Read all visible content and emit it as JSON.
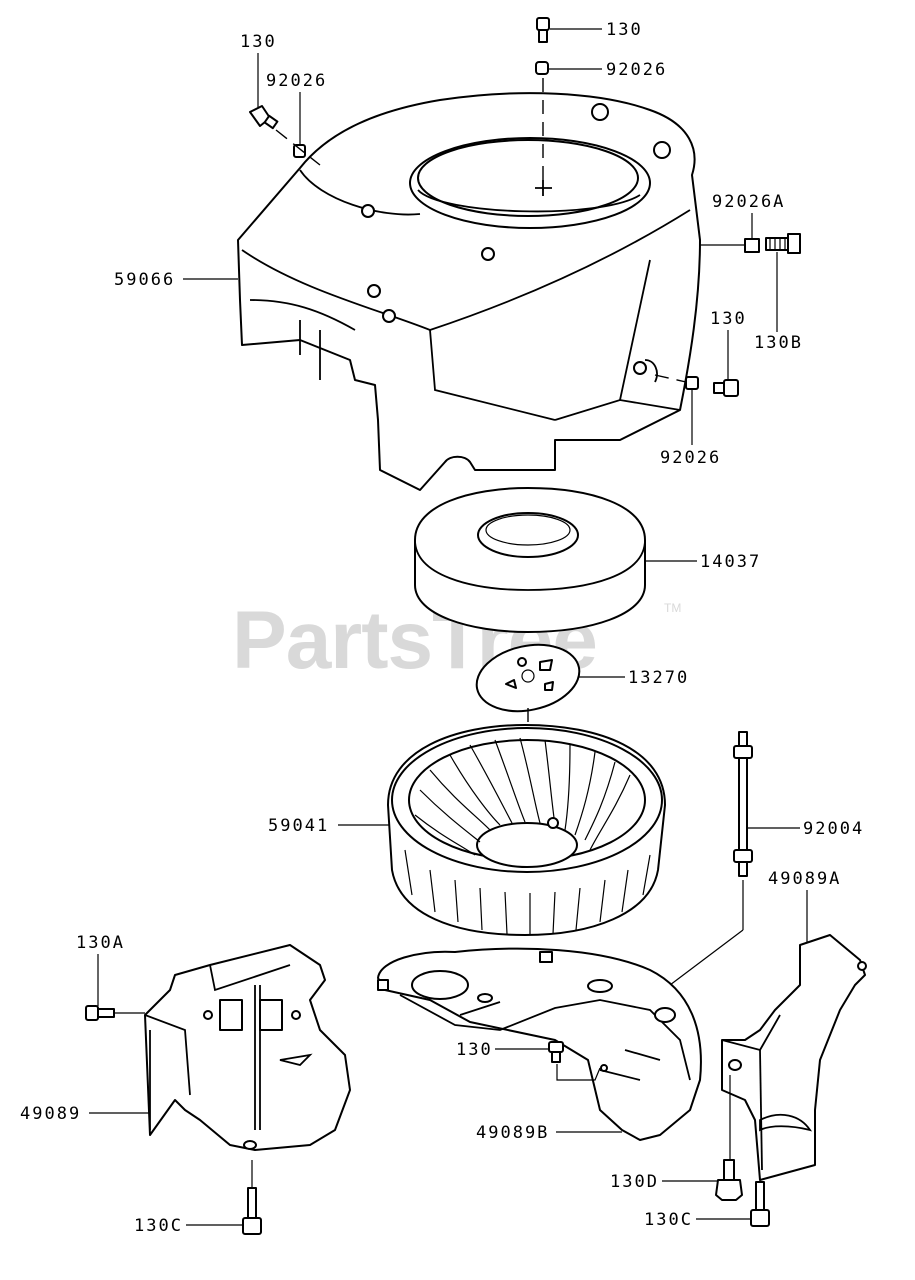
{
  "watermark": {
    "text": "PartsTree",
    "trademark": "TM"
  },
  "callouts": {
    "c130_top": "130",
    "c92026_top": "92026",
    "c130_topleft": "130",
    "c92026_topleft": "92026",
    "c92026A": "92026A",
    "c59066": "59066",
    "c130B": "130B",
    "c130_right": "130",
    "c92026_right": "92026",
    "c14037": "14037",
    "c13270": "13270",
    "c59041": "59041",
    "c92004": "92004",
    "c49089A": "49089A",
    "c130A": "130A",
    "c130_mid": "130",
    "c49089": "49089",
    "c49089B": "49089B",
    "c130D": "130D",
    "c130C_left": "130C",
    "c130C_right": "130C"
  }
}
